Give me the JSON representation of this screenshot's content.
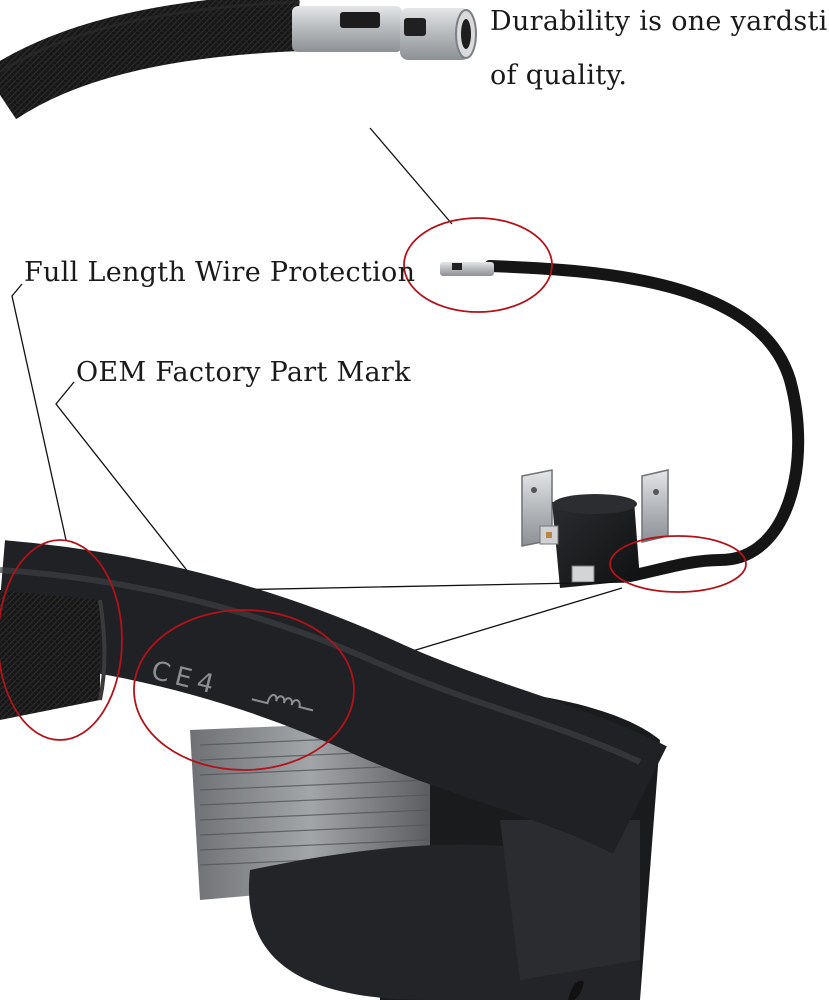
{
  "captions": {
    "durability_line1": "Durability is one yardstick",
    "durability_line2": "of quality.",
    "wire_protection": "Full Length Wire Protection",
    "oem_mark": "OEM Factory Part Mark"
  },
  "part_mark": "CE4",
  "colors": {
    "highlight_circle": "#b3121b",
    "wire": "#141414",
    "metal": "#b9bcbf",
    "text": "#1a1a1a"
  }
}
